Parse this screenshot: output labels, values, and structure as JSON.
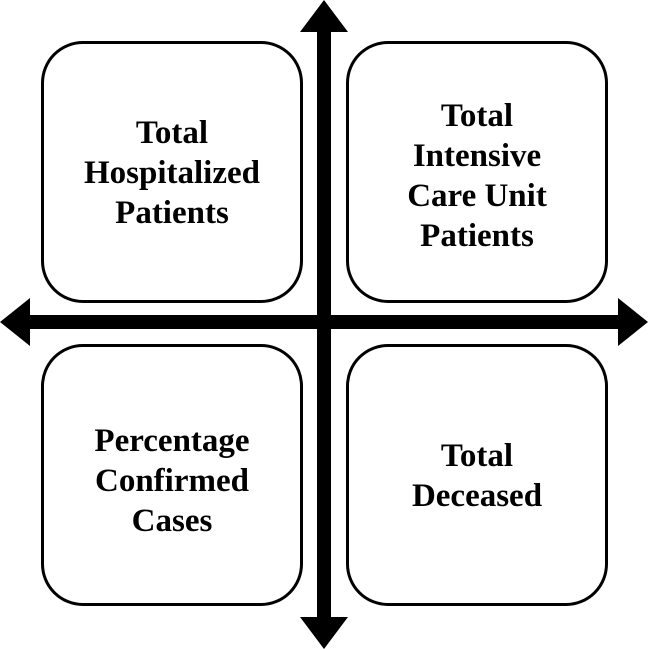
{
  "quadrants": {
    "top_left": {
      "label": "Total\nHospitalized\nPatients"
    },
    "top_right": {
      "label": "Total\nIntensive\nCare Unit\nPatients"
    },
    "bottom_left": {
      "label": "Percentage\nConfirmed\nCases"
    },
    "bottom_right": {
      "label": "Total\nDeceased"
    }
  },
  "colors": {
    "stroke": "#000000",
    "background": "#ffffff"
  }
}
